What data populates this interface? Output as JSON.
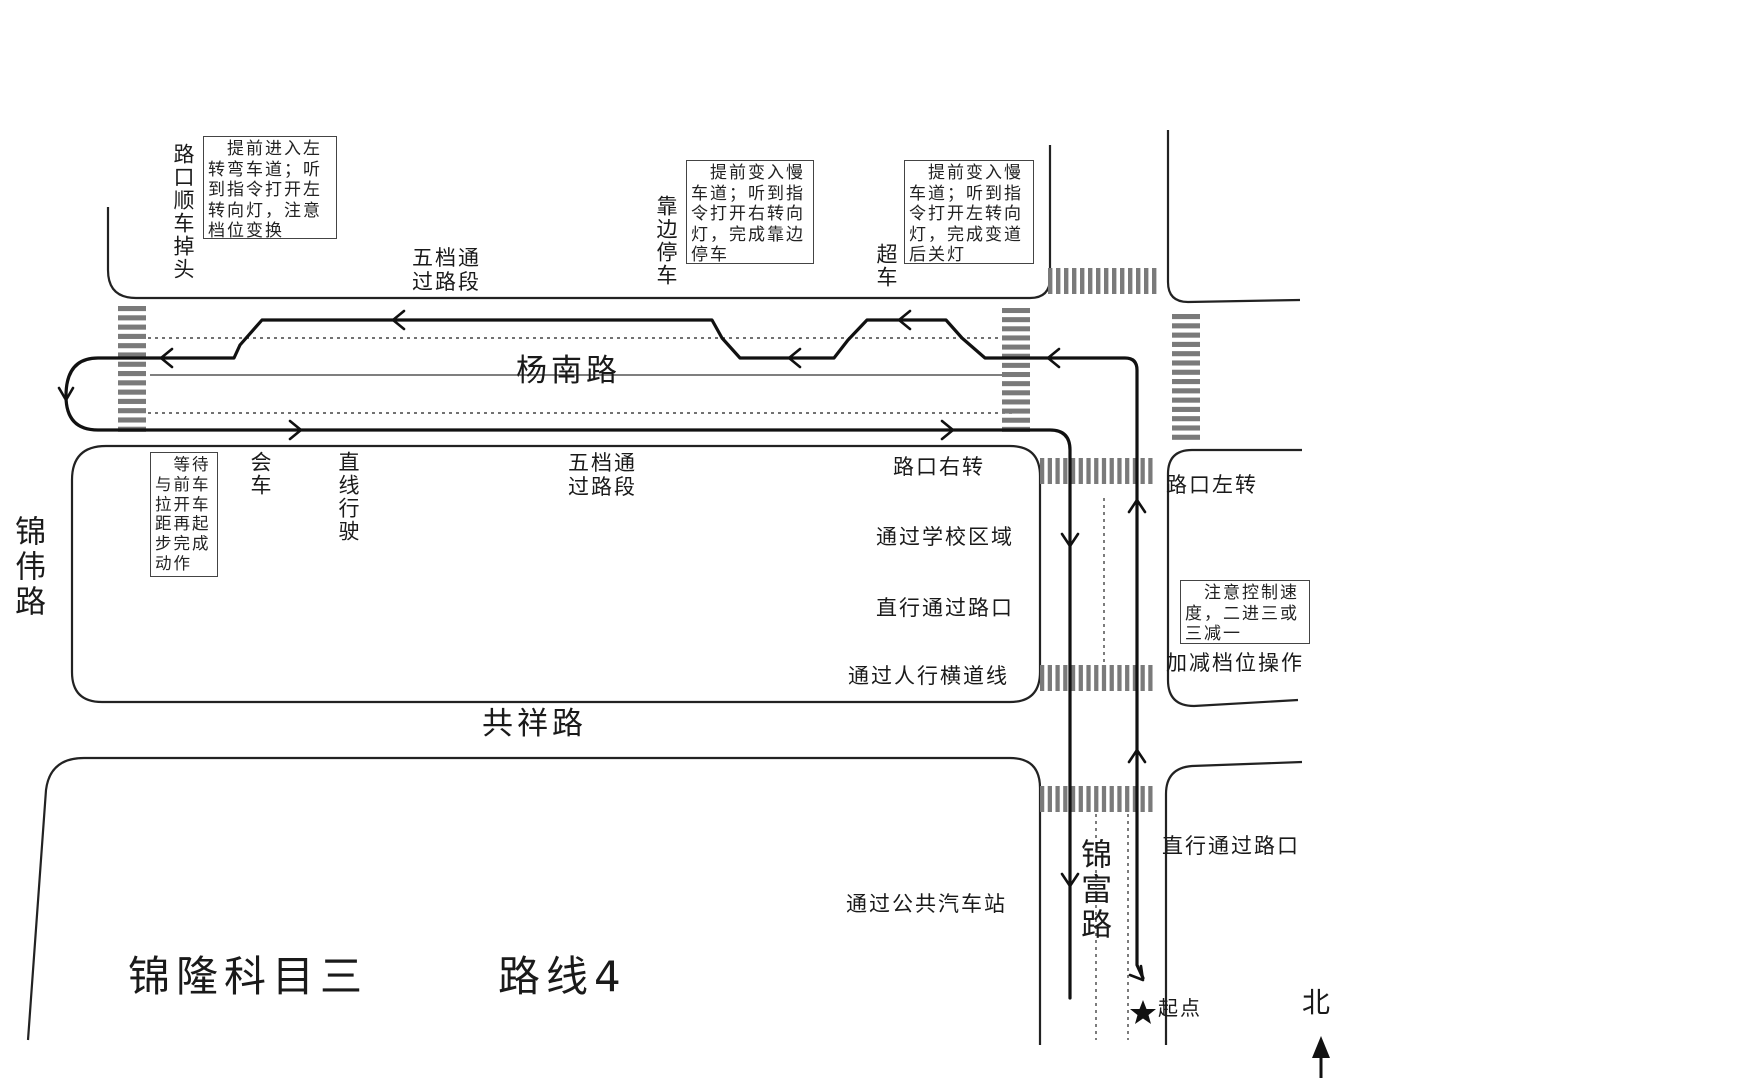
{
  "title": {
    "exam": "锦隆科目三",
    "route": "路线4"
  },
  "roads": {
    "yangnan": "杨南路",
    "gongxiang": "共祥路",
    "jinwei": "锦伟路",
    "jinfu": "锦富路"
  },
  "labels": {
    "uturn": "路口顺车掉头",
    "fifth_gear_top": "五档通过路段",
    "pull_over": "靠边停车",
    "overtake": "超车",
    "meet_car": "会车",
    "straight_drive": "直线行驶",
    "fifth_gear_bottom": "五档通过路段",
    "right_turn": "路口右转",
    "school_zone": "通过学校区域",
    "straight_intersection_1": "直行通过路口",
    "crosswalk": "通过人行横道线",
    "left_turn": "路口左转",
    "gear_change": "加减档位操作",
    "straight_intersection_2": "直行通过路口",
    "bus_stop": "通过公共汽车站",
    "start": "起点",
    "north": "北"
  },
  "notes": {
    "uturn_note": "　提前进入左\n转弯车道；听\n到指令打开左\n转向灯，注意\n档位变换",
    "pull_over_note": "　提前变入慢\n车道；听到指\n令打开右转向\n灯，完成靠边\n停车",
    "overtake_note": "　提前变入慢\n车道；听到指\n令打开左转向\n灯，完成变道\n后关灯",
    "wait_note": "　等待\n与前车\n拉开车\n距再起\n步完成\n动作",
    "speed_note": "　注意控制速\n度，二进三或\n三减一"
  },
  "icons": {
    "start_marker": "star-icon",
    "north_marker": "north-arrow-icon"
  }
}
